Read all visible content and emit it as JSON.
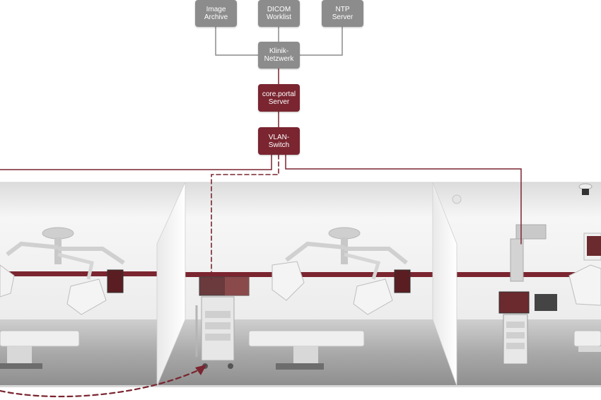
{
  "nodes": {
    "image_archive": "Image\nArchive",
    "dicom_worklist": "DICOM\nWorklist",
    "ntp_server": "NTP\nServer",
    "klinik_netzwerk": "Klinik-\nNetzwerk",
    "core_portal_server": "core.portal\nServer",
    "vlan_switch": "VLAN-\nSwitch"
  },
  "colors": {
    "network_node": "#8c8c8c",
    "accent": "#7a2530",
    "wall": "#f2f2f2",
    "floor": "#9a9a9a"
  }
}
